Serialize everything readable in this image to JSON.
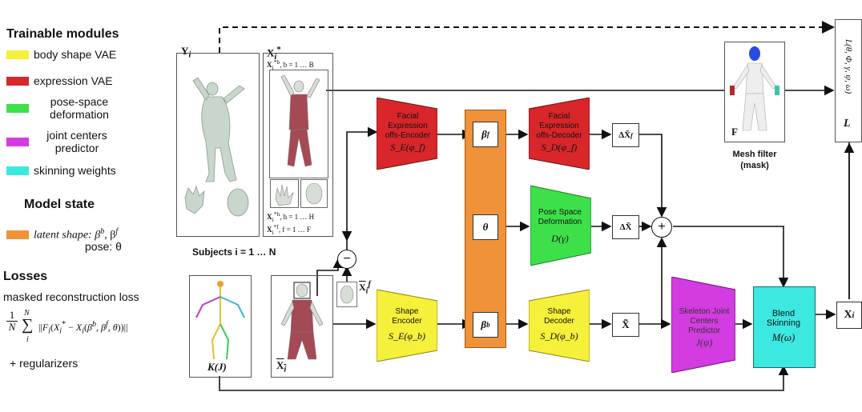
{
  "legend": {
    "trainable_title": "Trainable modules",
    "items": [
      {
        "label": "body shape VAE",
        "color": "#f5f03a"
      },
      {
        "label": "expression VAE",
        "color": "#d8262b"
      },
      {
        "label": "pose-space deformation",
        "color": "#3ee04a"
      },
      {
        "label": "joint centers predictor",
        "color": "#d23ce0"
      },
      {
        "label": "skinning weights",
        "color": "#3ce8e0"
      }
    ],
    "model_state_title": "Model state",
    "model_state_color": "#f0923a",
    "latent_shape": "latent shape: β",
    "pose": "pose: θ",
    "losses_title": "Losses",
    "loss_desc": "masked reconstruction loss",
    "loss_formula": "1/N Σ ||F_i(X_i* − X_i(β^b, β^f, θ))||",
    "loss_sum_top": "N",
    "loss_sum_bottom": "i",
    "regularizers": "+ regularizers"
  },
  "inputs": {
    "yi": "Y",
    "xi_star": "X",
    "xb_range": ", b = 1 … B",
    "xh_range": ", h = 1 … H",
    "xf_range": ", f = 1 … F",
    "subjects": "Subjects i = 1 … N",
    "kj": "K(J)",
    "xbar": "X",
    "xbar_f": "X"
  },
  "modules": {
    "facial_encoder": {
      "title": "Facial Expression offs-Encoder",
      "formula": "S_E(φ_f)"
    },
    "facial_decoder": {
      "title": "Facial Expression offs-Decoder",
      "formula": "S_D(φ_f)"
    },
    "pose_space": {
      "title": "Pose Space Deformation",
      "formula": "D(γ)"
    },
    "shape_encoder": {
      "title": "Shape Encoder",
      "formula": "S_E(φ_b)"
    },
    "shape_decoder": {
      "title": "Shape Decoder",
      "formula": "S_D(φ_b)"
    },
    "skeleton": {
      "title": "Skeleton Joint Centers Predictor",
      "formula": "J(ψ)"
    },
    "blend": {
      "title": "Blend Skinning",
      "formula": "M(ω)"
    }
  },
  "states": {
    "beta_f": "β",
    "theta": "θ",
    "beta_b": "β"
  },
  "outputs": {
    "delta_xf": "ΔX̃",
    "delta_x": "ΔX̃",
    "x_tilde": "X̃",
    "xi": "X",
    "plus": "+",
    "minus": "−",
    "mesh_filter_F": "F",
    "mesh_filter_caption": "Mesh filter (mask)",
    "loss_vertical": "L(θ, Φ, γ, ψ, ω)",
    "loss_L": "L"
  }
}
